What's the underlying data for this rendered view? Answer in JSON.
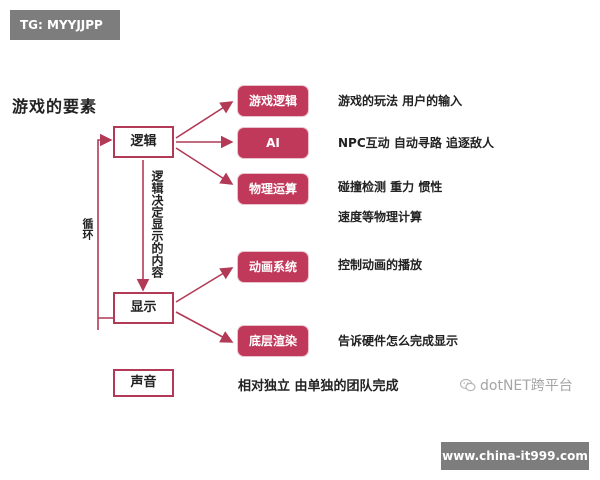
{
  "tag": "TG: MYYJJPP",
  "title": "游戏的要素",
  "nodes": {
    "logic": "逻辑",
    "display": "显示",
    "sound": "声音"
  },
  "vertical_label": "逻辑决定显示的内容",
  "loop_label": "循环",
  "modules": [
    {
      "label": "游戏逻辑",
      "desc": "游戏的玩法   用户的输入"
    },
    {
      "label": "AI",
      "desc": "NPC互动   自动寻路   追逐敌人"
    },
    {
      "label": "物理运算",
      "desc": "碰撞检测   重力  惯性",
      "desc2": "速度等物理计算"
    },
    {
      "label": "动画系统",
      "desc": "控制动画的播放"
    },
    {
      "label": "底层渲染",
      "desc": "告诉硬件怎么完成显示"
    }
  ],
  "sound_note": "相对独立 由单独的团队完成",
  "watermark": "dotNET跨平台",
  "url": "www.china-it999.com",
  "colors": {
    "accent": "#c0395a",
    "arrow": "#b23a57",
    "overlay": "#7d7d7d"
  }
}
